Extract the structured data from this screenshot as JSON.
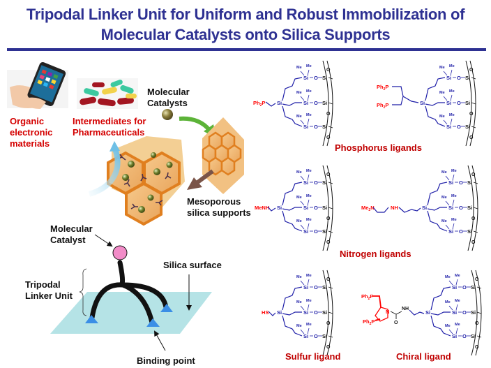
{
  "title": {
    "line1": "Tripodal Linker Unit for Uniform and Robust Immobilization of",
    "line2": "Molecular Catalysts onto Silica Supports"
  },
  "applications": {
    "organic_electronics": [
      "Organic",
      "electronic",
      "materials"
    ],
    "pharma": [
      "Intermediates for",
      "Pharmaceuticals"
    ]
  },
  "scheme": {
    "molecular_catalysts": [
      "Molecular",
      "Catalysts"
    ],
    "mesoporous": [
      "Mesoporous",
      "silica supports"
    ]
  },
  "tripod": {
    "molecular_catalyst": [
      "Molecular",
      "Catalyst"
    ],
    "linker_unit": [
      "Tripodal",
      "Linker Unit"
    ],
    "silica_surface": "Silica surface",
    "binding_point": "Binding point"
  },
  "ligands": {
    "phosphorus": {
      "caption": "Phosphorus ligands",
      "groups": [
        "Ph2P",
        "Ph2P / Ph2P"
      ]
    },
    "nitrogen": {
      "caption": "Nitrogen ligands",
      "groups": [
        "MeNH",
        "Me2N–NH"
      ]
    },
    "sulfur": {
      "caption": "Sulfur ligand",
      "groups": [
        "HS"
      ]
    },
    "chiral": {
      "caption": "Chiral ligand",
      "groups": [
        "Ph2P",
        "Ph2P",
        "N",
        "O",
        "NH"
      ]
    }
  },
  "chem_labels": {
    "si": "Si",
    "o": "O",
    "me": "Me",
    "ph2p": "Ph",
    "sub2": "2",
    "p": "P",
    "menh": "MeNH",
    "me2n_me": "Me",
    "me2n_n": "N",
    "nh": "NH",
    "hs": "HS",
    "n": "N"
  },
  "colors": {
    "title": "#2e3192",
    "caption": "#c00000",
    "ligand_red": "#ff0000",
    "linker_blue": "#1f1fa8",
    "honeycomb": "#e8923a",
    "catalyst_pink": "#f28cc8",
    "surface": "#b5e3e6",
    "binding": "#3a8ee6"
  }
}
